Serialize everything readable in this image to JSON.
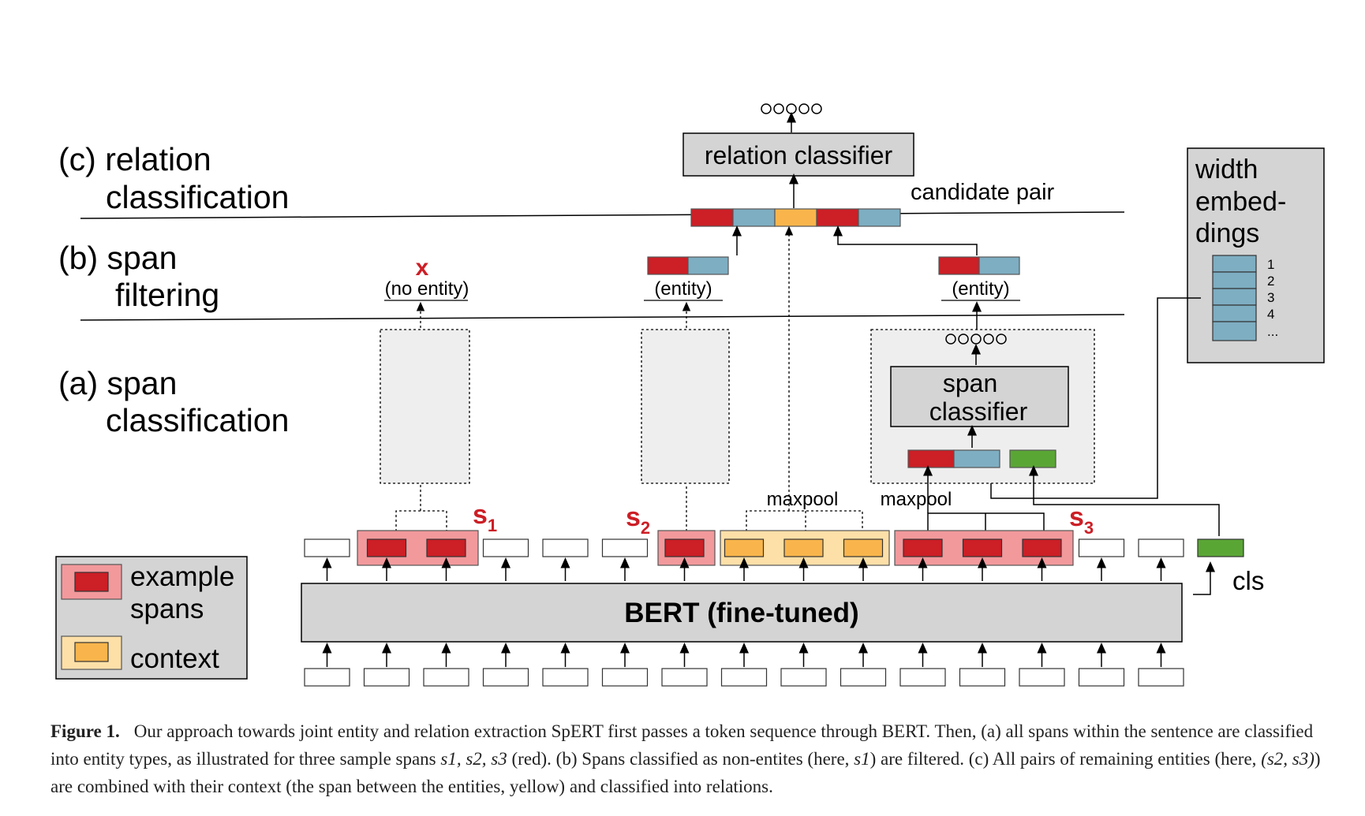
{
  "sections": {
    "relation_line1": "(c) relation",
    "relation_line2": "classification",
    "filtering_line1": "(b) span",
    "filtering_line2": "filtering",
    "classification_line1": "(a) span",
    "classification_line2": "classification"
  },
  "boxes": {
    "relation_classifier": "relation classifier",
    "span_classifier_line1": "span",
    "span_classifier_line2": "classifier",
    "bert": "BERT (fine-tuned)"
  },
  "labels": {
    "candidate_pair": "candidate pair",
    "reject_mark": "x",
    "no_entity": "(no entity)",
    "entity_s2": "(entity)",
    "entity_s3": "(entity)",
    "maxpool_context": "maxpool",
    "maxpool_span": "maxpool",
    "cls": "cls",
    "s1": "s",
    "s1_sub": "1",
    "s2": "s",
    "s2_sub": "2",
    "s3": "s",
    "s3_sub": "3",
    "output_circles": "ooooo"
  },
  "width_embeddings": {
    "title_line1": "width",
    "title_line2": "embed-",
    "title_line3": "dings",
    "rows": [
      "1",
      "2",
      "3",
      "4",
      "..."
    ]
  },
  "legend": {
    "spans_line1": "example",
    "spans_line2": "spans",
    "context": "context"
  },
  "colors": {
    "span_red": "#cc1f26",
    "span_bg": "#f2999c",
    "context_orange": "#f9b54c",
    "context_bg": "#fde0a8",
    "width_blue": "#7eaec2",
    "cls_green": "#5aa635",
    "box_gray": "#d4d4d4",
    "panel_gray": "#eeeeee"
  },
  "caption": {
    "label": "Figure 1.",
    "part1": "Our approach towards joint entity and relation extraction SpERT first passes a token sequence through BERT. Then, (a) all spans within the sentence are classified into entity types, as illustrated for three sample spans ",
    "math_spans": "s1, s2, s3",
    "part2": " (red). (b) Spans classified as non-entites (here, ",
    "math_s1": "s1",
    "part3": ") are filtered. (c) All pairs of remaining entities (here, ",
    "math_pair": "(s2, s3)",
    "part4": ") are combined with their context (the span between the entities, yellow) and classified into relations."
  }
}
